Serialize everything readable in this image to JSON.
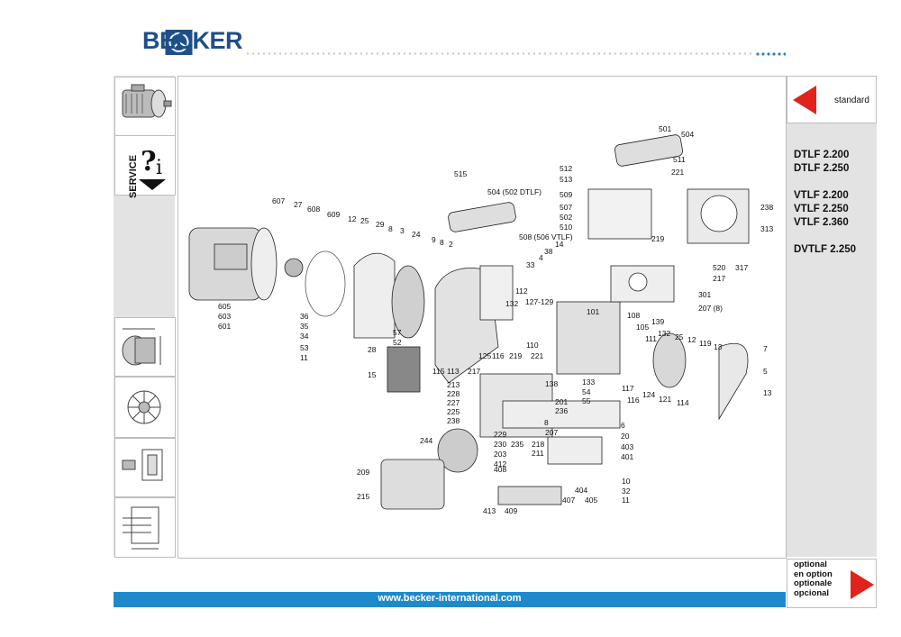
{
  "header": {
    "brand": "BECKER"
  },
  "left_panel": {
    "service_label": "SERVICE"
  },
  "right_panel": {
    "standard_label": "standard",
    "models": [
      "DTLF 2.200",
      "DTLF 2.250",
      "",
      "VTLF 2.200",
      "VTLF 2.250",
      "VTLF 2.360",
      "",
      "DVTLF 2.250"
    ],
    "optional_labels": [
      "optional",
      "en option",
      "optionale",
      "opcional"
    ]
  },
  "footer": {
    "url": "www.becker-international.com"
  },
  "part_numbers": [
    "501",
    "504",
    "511",
    "221",
    "512",
    "513",
    "515",
    "509",
    "507",
    "502",
    "510",
    "238",
    "313",
    "504 (502 DTLF)",
    "508 (506 VTLF)",
    "219",
    "607",
    "27",
    "608",
    "609",
    "12",
    "25",
    "29",
    "8",
    "3",
    "24",
    "9",
    "8",
    "2",
    "14",
    "38",
    "4",
    "33",
    "520",
    "217",
    "317",
    "301",
    "207 (8)",
    "112",
    "127-129",
    "132",
    "101",
    "108",
    "139",
    "105",
    "605",
    "603",
    "601",
    "36",
    "35",
    "34",
    "53",
    "11",
    "28",
    "57",
    "52",
    "15",
    "115",
    "113",
    "125",
    "116",
    "219",
    "110",
    "221",
    "217",
    "111",
    "132",
    "25",
    "12",
    "119",
    "13",
    "7",
    "5",
    "13",
    "133",
    "117",
    "124",
    "121",
    "114",
    "116",
    "54",
    "55",
    "213",
    "228",
    "227",
    "225",
    "238",
    "138",
    "201",
    "236",
    "8",
    "207",
    "6",
    "20",
    "403",
    "401",
    "229",
    "230",
    "203",
    "412",
    "408",
    "235",
    "218",
    "211",
    "244",
    "209",
    "215",
    "10",
    "32",
    "11",
    "404",
    "407",
    "405",
    "413",
    "409"
  ],
  "colors": {
    "brand_blue": "#1f4f8a",
    "footer_blue": "#1e8acb",
    "arrow_red": "#e0231b",
    "panel_gray": "#e3e3e3"
  }
}
